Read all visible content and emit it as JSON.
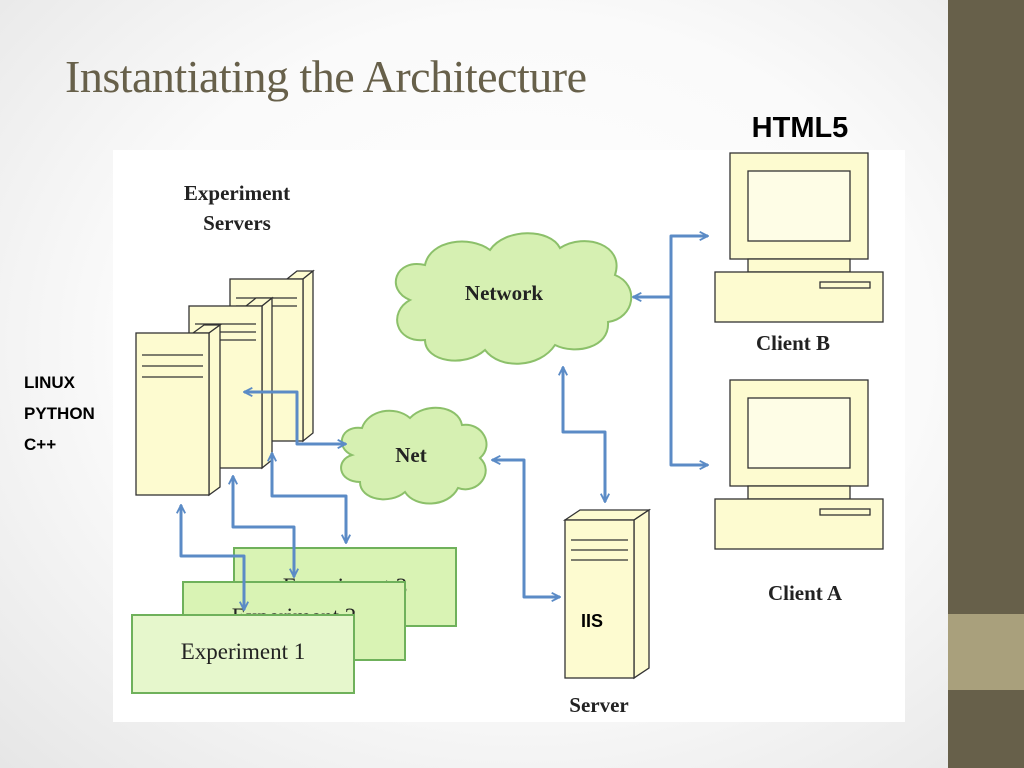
{
  "title": "Instantiating the Architecture",
  "labels": {
    "html5": "HTML5",
    "experiment_servers_line1": "Experiment",
    "experiment_servers_line2": "Servers",
    "network": "Network",
    "net": "Net",
    "client_b": "Client B",
    "client_a": "Client A",
    "server": "Server",
    "iis": "IIS",
    "stack": [
      "LINUX",
      "PYTHON",
      "C++"
    ],
    "experiments": [
      "Experiment 3",
      "Experiment 2",
      "Experiment 1"
    ]
  },
  "colors": {
    "accent": "#67604a",
    "accent_light": "#a9a07c",
    "arrow": "#5b8bc6",
    "cloud_fill": "#d6f0b2",
    "cloud_stroke": "#8cc06a",
    "hardware_fill": "#fdfbd0",
    "experiment_fill": "#d9f3b4"
  }
}
